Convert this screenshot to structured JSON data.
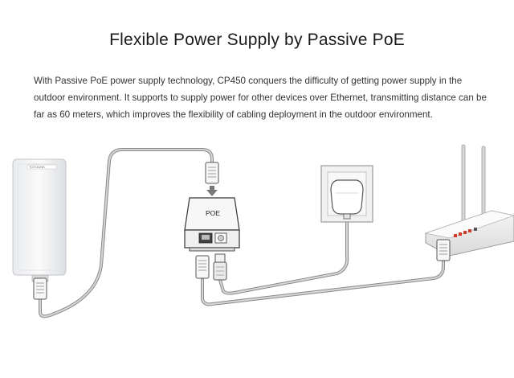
{
  "title": "Flexible Power Supply by Passive PoE",
  "description": "With Passive PoE power supply technology, CP450 conquers the difficulty of getting power supply in the outdoor environment. It supports to supply power for other devices over Ethernet, transmitting distance can be far as 60 meters, which improves the flexibility of cabling deployment in the outdoor environment.",
  "diagram": {
    "poe_label": "POE",
    "cpe_brand": "TOTOLINK"
  }
}
